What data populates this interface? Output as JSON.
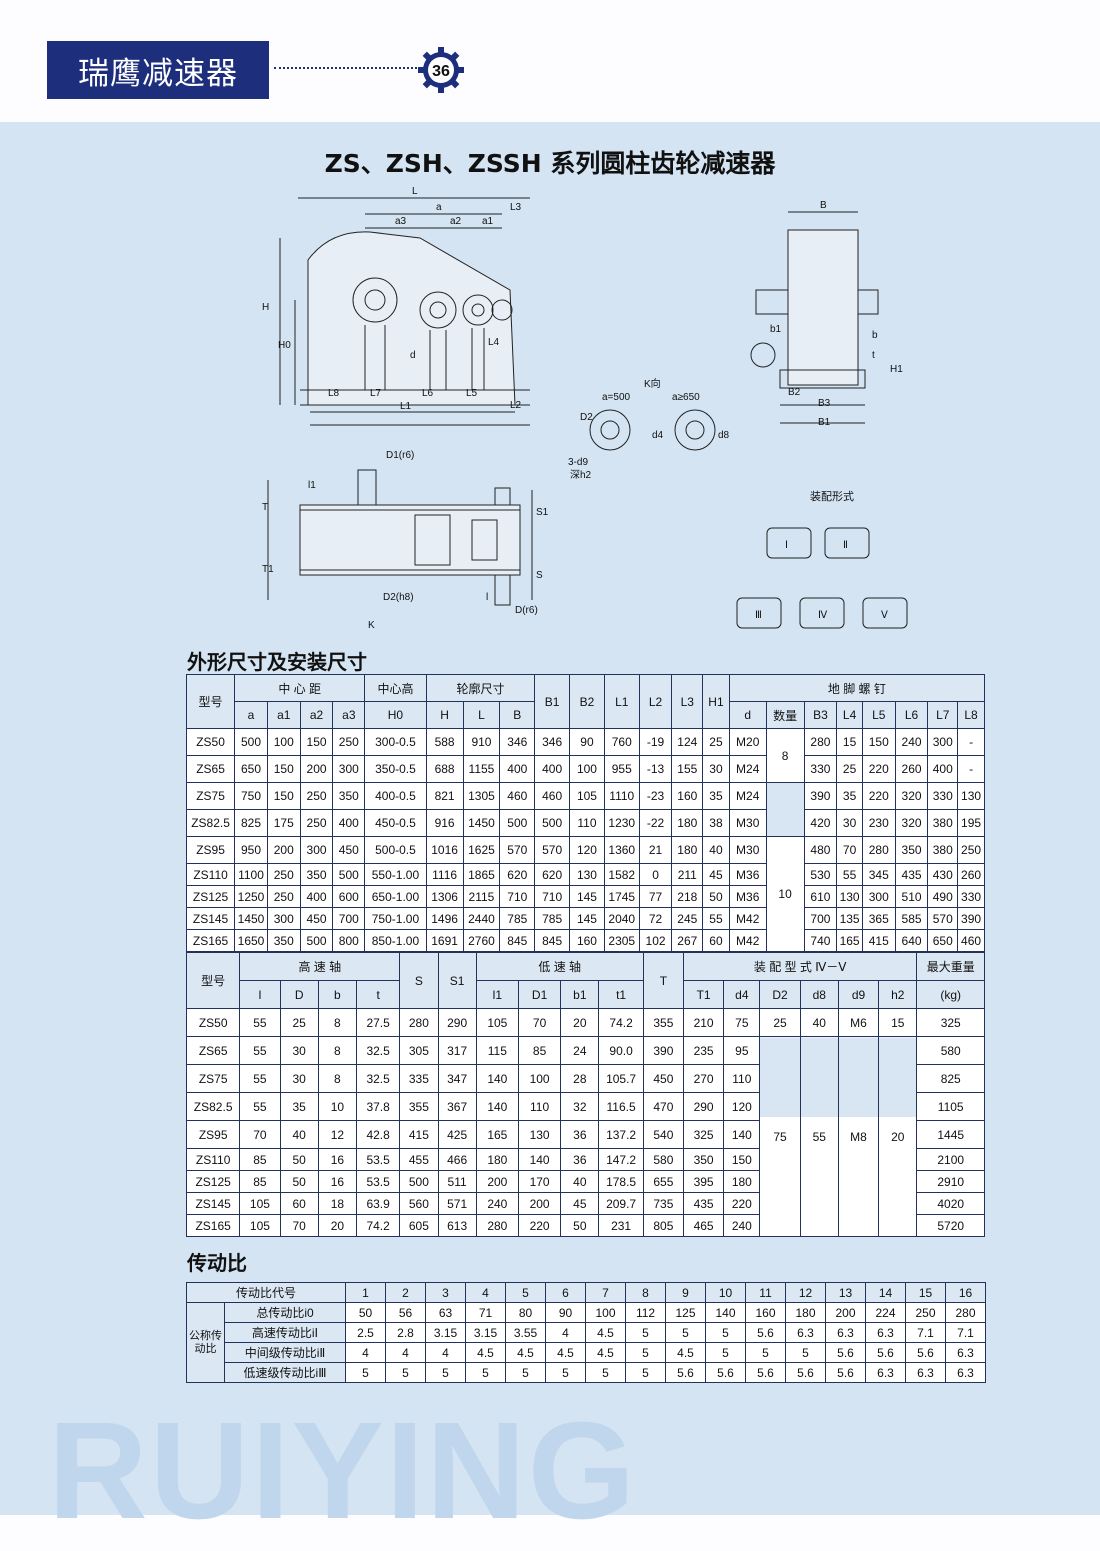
{
  "header": {
    "brand": "瑞鹰减速器",
    "page_number": "36"
  },
  "title": "ZS、ZSH、ZSSH 系列圆柱齿轮减速器",
  "drawing": {
    "labels": [
      "L",
      "a",
      "a3",
      "a2",
      "a1",
      "L3",
      "H",
      "H0",
      "d",
      "L4",
      "L8",
      "L7",
      "L6",
      "L5",
      "L1",
      "L2",
      "B",
      "b1",
      "b",
      "t",
      "H1",
      "B2",
      "B3",
      "B1",
      "K向",
      "a=500",
      "a≥650",
      "D2",
      "d4",
      "d8",
      "3-d9",
      "深h2",
      "D1(r6)",
      "l1",
      "T",
      "S1",
      "T1",
      "S",
      "D2(h8)",
      "D(r6)",
      "l",
      "K"
    ],
    "assembly_title": "装配形式",
    "assembly_forms": [
      "Ⅰ",
      "Ⅱ",
      "Ⅲ",
      "Ⅳ",
      "Ⅴ"
    ]
  },
  "section1_title": "外形尺寸及安装尺寸",
  "table1": {
    "h_model": "型号",
    "h_center": "中 心 距",
    "h_height": "中心高",
    "h_profile": "轮廓尺寸",
    "h_B1": "B1",
    "h_B2": "B2",
    "h_L1": "L1",
    "h_L2": "L2",
    "h_L3": "L3",
    "h_H1": "H1",
    "h_bolt": "地 脚 螺 钉",
    "sub": [
      "a",
      "a1",
      "a2",
      "a3",
      "H0",
      "H",
      "L",
      "B",
      "d",
      "数量",
      "B3",
      "L4",
      "L5",
      "L6",
      "L7",
      "L8"
    ],
    "qty1": "8",
    "qty2": "10",
    "rows": [
      [
        "ZS50",
        "500",
        "100",
        "150",
        "250",
        "300-0.5",
        "588",
        "910",
        "346",
        "346",
        "90",
        "760",
        "-19",
        "124",
        "25",
        "M20",
        "280",
        "15",
        "150",
        "240",
        "300",
        "-"
      ],
      [
        "ZS65",
        "650",
        "150",
        "200",
        "300",
        "350-0.5",
        "688",
        "1155",
        "400",
        "400",
        "100",
        "955",
        "-13",
        "155",
        "30",
        "M24",
        "330",
        "25",
        "220",
        "260",
        "400",
        "-"
      ],
      [
        "ZS75",
        "750",
        "150",
        "250",
        "350",
        "400-0.5",
        "821",
        "1305",
        "460",
        "460",
        "105",
        "1110",
        "-23",
        "160",
        "35",
        "M24",
        "390",
        "35",
        "220",
        "320",
        "330",
        "130"
      ],
      [
        "ZS82.5",
        "825",
        "175",
        "250",
        "400",
        "450-0.5",
        "916",
        "1450",
        "500",
        "500",
        "110",
        "1230",
        "-22",
        "180",
        "38",
        "M30",
        "420",
        "30",
        "230",
        "320",
        "380",
        "195"
      ],
      [
        "ZS95",
        "950",
        "200",
        "300",
        "450",
        "500-0.5",
        "1016",
        "1625",
        "570",
        "570",
        "120",
        "1360",
        "21",
        "180",
        "40",
        "M30",
        "480",
        "70",
        "280",
        "350",
        "380",
        "250"
      ],
      [
        "ZS110",
        "1100",
        "250",
        "350",
        "500",
        "550-1.00",
        "1116",
        "1865",
        "620",
        "620",
        "130",
        "1582",
        "0",
        "211",
        "45",
        "M36",
        "530",
        "55",
        "345",
        "435",
        "430",
        "260"
      ],
      [
        "ZS125",
        "1250",
        "250",
        "400",
        "600",
        "650-1.00",
        "1306",
        "2115",
        "710",
        "710",
        "145",
        "1745",
        "77",
        "218",
        "50",
        "M36",
        "610",
        "130",
        "300",
        "510",
        "490",
        "330"
      ],
      [
        "ZS145",
        "1450",
        "300",
        "450",
        "700",
        "750-1.00",
        "1496",
        "2440",
        "785",
        "785",
        "145",
        "2040",
        "72",
        "245",
        "55",
        "M42",
        "700",
        "135",
        "365",
        "585",
        "570",
        "390"
      ],
      [
        "ZS165",
        "1650",
        "350",
        "500",
        "800",
        "850-1.00",
        "1691",
        "2760",
        "845",
        "845",
        "160",
        "2305",
        "102",
        "267",
        "60",
        "M42",
        "740",
        "165",
        "415",
        "640",
        "650",
        "460"
      ]
    ]
  },
  "table2": {
    "h_model": "型号",
    "h_hs": "高 速 轴",
    "h_S": "S",
    "h_S1": "S1",
    "h_ls": "低 速 轴",
    "h_T": "T",
    "h_asm": "装 配 型 式 Ⅳ－Ⅴ",
    "h_weight": "最大重量",
    "h_kg": "(kg)",
    "sub": [
      "l",
      "D",
      "b",
      "t",
      "l1",
      "D1",
      "b1",
      "t1",
      "T1",
      "d4",
      "D2",
      "d8",
      "d9",
      "h2"
    ],
    "merged": {
      "D2": "75",
      "d8": "55",
      "d9": "M8",
      "h2": "20"
    },
    "rows": [
      [
        "ZS50",
        "55",
        "25",
        "8",
        "27.5",
        "280",
        "290",
        "105",
        "70",
        "20",
        "74.2",
        "355",
        "210",
        "75",
        "25",
        "40",
        "M6",
        "15",
        "325"
      ],
      [
        "ZS65",
        "55",
        "30",
        "8",
        "32.5",
        "305",
        "317",
        "115",
        "85",
        "24",
        "90.0",
        "390",
        "235",
        "95",
        "",
        "",
        "",
        "",
        "580"
      ],
      [
        "ZS75",
        "55",
        "30",
        "8",
        "32.5",
        "335",
        "347",
        "140",
        "100",
        "28",
        "105.7",
        "450",
        "270",
        "110",
        "",
        "",
        "",
        "",
        "825"
      ],
      [
        "ZS82.5",
        "55",
        "35",
        "10",
        "37.8",
        "355",
        "367",
        "140",
        "110",
        "32",
        "116.5",
        "470",
        "290",
        "120",
        "",
        "",
        "",
        "",
        "1105"
      ],
      [
        "ZS95",
        "70",
        "40",
        "12",
        "42.8",
        "415",
        "425",
        "165",
        "130",
        "36",
        "137.2",
        "540",
        "325",
        "140",
        "",
        "",
        "",
        "",
        "1445"
      ],
      [
        "ZS110",
        "85",
        "50",
        "16",
        "53.5",
        "455",
        "466",
        "180",
        "140",
        "36",
        "147.2",
        "580",
        "350",
        "150",
        "",
        "",
        "",
        "",
        "2100"
      ],
      [
        "ZS125",
        "85",
        "50",
        "16",
        "53.5",
        "500",
        "511",
        "200",
        "170",
        "40",
        "178.5",
        "655",
        "395",
        "180",
        "",
        "",
        "",
        "",
        "2910"
      ],
      [
        "ZS145",
        "105",
        "60",
        "18",
        "63.9",
        "560",
        "571",
        "240",
        "200",
        "45",
        "209.7",
        "735",
        "435",
        "220",
        "",
        "",
        "",
        "",
        "4020"
      ],
      [
        "ZS165",
        "105",
        "70",
        "20",
        "74.2",
        "605",
        "613",
        "280",
        "220",
        "50",
        "231",
        "805",
        "465",
        "240",
        "",
        "",
        "",
        "",
        "5720"
      ]
    ]
  },
  "section2_title": "传动比",
  "table3": {
    "h_code": "传动比代号",
    "codes": [
      "1",
      "2",
      "3",
      "4",
      "5",
      "6",
      "7",
      "8",
      "9",
      "10",
      "11",
      "12",
      "13",
      "14",
      "15",
      "16"
    ],
    "group": "公称传动比",
    "rows": [
      {
        "label": "总传动比i0",
        "values": [
          "50",
          "56",
          "63",
          "71",
          "80",
          "90",
          "100",
          "112",
          "125",
          "140",
          "160",
          "180",
          "200",
          "224",
          "250",
          "280"
        ]
      },
      {
        "label": "高速传动比iⅠ",
        "values": [
          "2.5",
          "2.8",
          "3.15",
          "3.15",
          "3.55",
          "4",
          "4.5",
          "5",
          "5",
          "5",
          "5.6",
          "6.3",
          "6.3",
          "6.3",
          "7.1",
          "7.1"
        ]
      },
      {
        "label": "中间级传动比iⅡ",
        "values": [
          "4",
          "4",
          "4",
          "4.5",
          "4.5",
          "4.5",
          "4.5",
          "5",
          "4.5",
          "5",
          "5",
          "5",
          "5.6",
          "5.6",
          "5.6",
          "6.3"
        ]
      },
      {
        "label": "低速级传动比iⅢ",
        "values": [
          "5",
          "5",
          "5",
          "5",
          "5",
          "5",
          "5",
          "5",
          "5.6",
          "5.6",
          "5.6",
          "5.6",
          "5.6",
          "6.3",
          "6.3",
          "6.3"
        ]
      }
    ]
  },
  "footer": {
    "brand": "RUIYING"
  },
  "colors": {
    "brand_blue": "#1d2f7c",
    "page_blue": "#d4e4f2",
    "header_cell": "#dbe7f3"
  }
}
